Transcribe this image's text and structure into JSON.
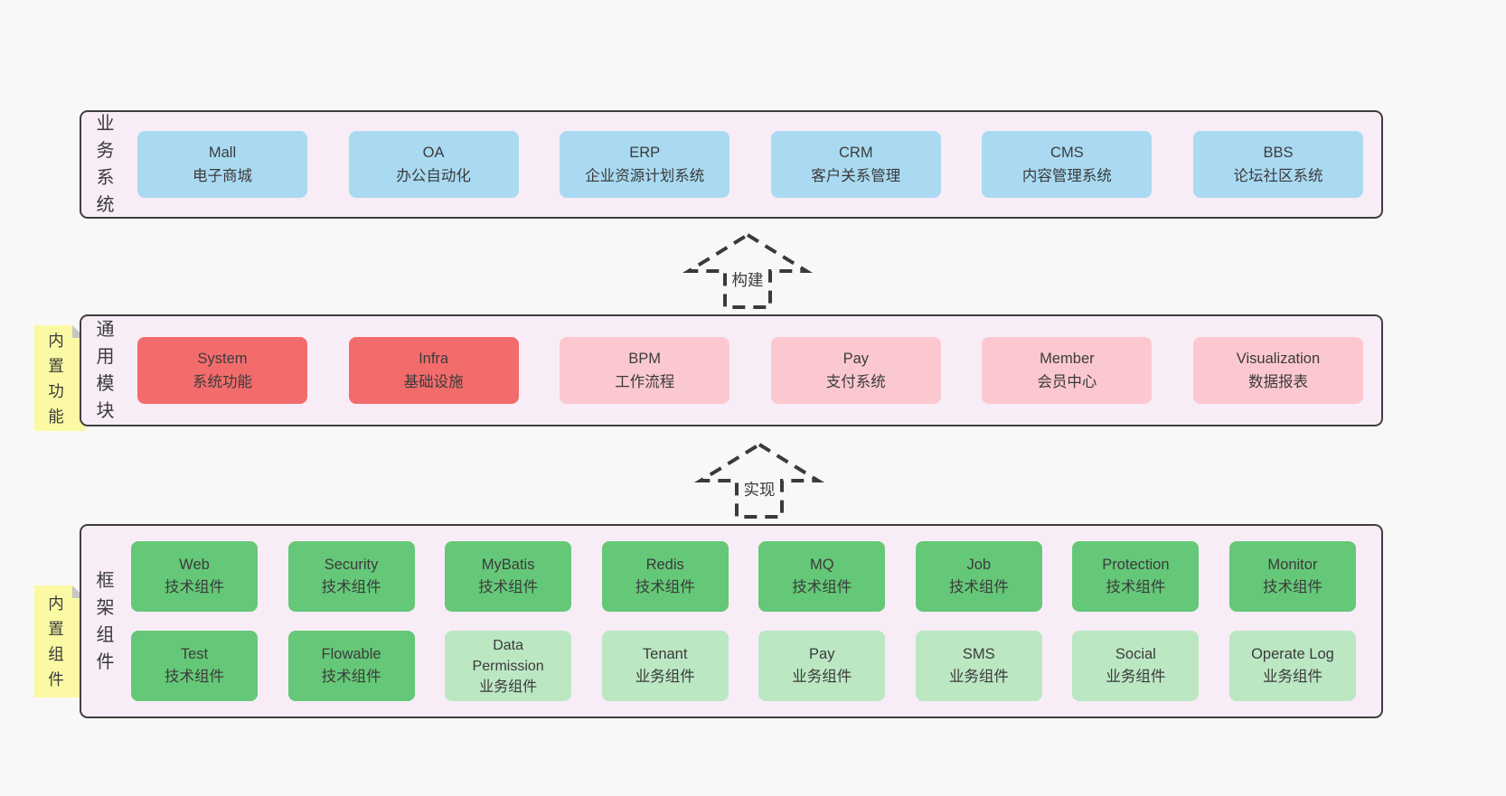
{
  "palette": {
    "page_bg": "#f8f8f8",
    "panel_bg": "#f8edf6",
    "panel_border": "#3f3f3f",
    "blue": "#a9daf2",
    "red": "#f36c6c",
    "pink": "#fcc8d0",
    "green": "#65c878",
    "light_green": "#bce7c3",
    "tab_yellow": "#fbf9a3",
    "fold_gray": "#c6c6c6",
    "text": "#3b3b3b"
  },
  "arrows": [
    {
      "label": "构建"
    },
    {
      "label": "实现"
    }
  ],
  "sections": [
    {
      "label": "业务系统",
      "boxes": [
        {
          "title": "Mall",
          "subtitle": "电子商城",
          "variant": "blue"
        },
        {
          "title": "OA",
          "subtitle": "办公自动化",
          "variant": "blue"
        },
        {
          "title": "ERP",
          "subtitle": "企业资源计划系统",
          "variant": "blue"
        },
        {
          "title": "CRM",
          "subtitle": "客户关系管理",
          "variant": "blue"
        },
        {
          "title": "CMS",
          "subtitle": "内容管理系统",
          "variant": "blue"
        },
        {
          "title": "BBS",
          "subtitle": "论坛社区系统",
          "variant": "blue"
        }
      ]
    },
    {
      "label": "通用模块",
      "tab": "内置功能",
      "boxes": [
        {
          "title": "System",
          "subtitle": "系统功能",
          "variant": "red"
        },
        {
          "title": "Infra",
          "subtitle": "基础设施",
          "variant": "red"
        },
        {
          "title": "BPM",
          "subtitle": "工作流程",
          "variant": "pink"
        },
        {
          "title": "Pay",
          "subtitle": "支付系统",
          "variant": "pink"
        },
        {
          "title": "Member",
          "subtitle": "会员中心",
          "variant": "pink"
        },
        {
          "title": "Visualization",
          "subtitle": "数据报表",
          "variant": "pink"
        }
      ]
    },
    {
      "label": "框架组件",
      "tab": "内置组件",
      "row1": [
        {
          "title": "Web",
          "subtitle": "技术组件",
          "variant": "green"
        },
        {
          "title": "Security",
          "subtitle": "技术组件",
          "variant": "green"
        },
        {
          "title": "MyBatis",
          "subtitle": "技术组件",
          "variant": "green"
        },
        {
          "title": "Redis",
          "subtitle": "技术组件",
          "variant": "green"
        },
        {
          "title": "MQ",
          "subtitle": "技术组件",
          "variant": "green"
        },
        {
          "title": "Job",
          "subtitle": "技术组件",
          "variant": "green"
        },
        {
          "title": "Protection",
          "subtitle": "技术组件",
          "variant": "green"
        },
        {
          "title": "Monitor",
          "subtitle": "技术组件",
          "variant": "green"
        }
      ],
      "row2": [
        {
          "title": "Test",
          "subtitle": "技术组件",
          "variant": "green"
        },
        {
          "title": "Flowable",
          "subtitle": "技术组件",
          "variant": "green"
        },
        {
          "title": "Data Permission",
          "subtitle": "业务组件",
          "variant": "lightgreen"
        },
        {
          "title": "Tenant",
          "subtitle": "业务组件",
          "variant": "lightgreen"
        },
        {
          "title": "Pay",
          "subtitle": "业务组件",
          "variant": "lightgreen"
        },
        {
          "title": "SMS",
          "subtitle": "业务组件",
          "variant": "lightgreen"
        },
        {
          "title": "Social",
          "subtitle": "业务组件",
          "variant": "lightgreen"
        },
        {
          "title": "Operate Log",
          "subtitle": "业务组件",
          "variant": "lightgreen"
        }
      ]
    }
  ]
}
